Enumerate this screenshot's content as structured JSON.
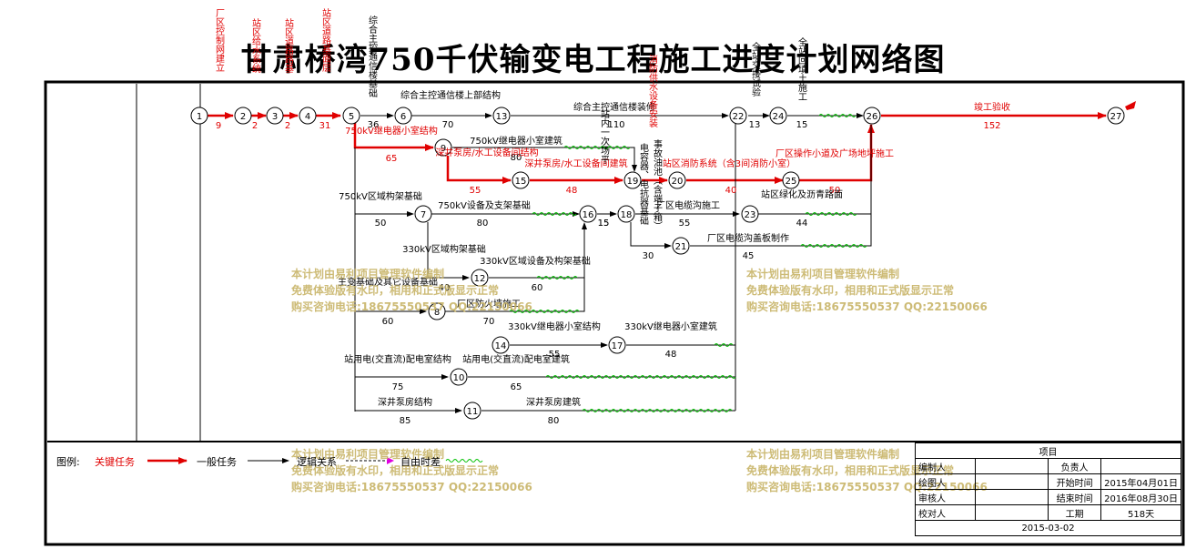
{
  "title": "甘肃桥湾750千伏输变电工程施工进度计划网络图",
  "nodes": [
    "1",
    "2",
    "3",
    "4",
    "5",
    "6",
    "7",
    "8",
    "9",
    "10",
    "11",
    "12",
    "13",
    "14",
    "15",
    "16",
    "17",
    "18",
    "19",
    "20",
    "21",
    "22",
    "23",
    "24",
    "25",
    "26",
    "27"
  ],
  "tasks": {
    "t1_2": "厂区控制网建立",
    "d1_2": "9",
    "t2_3": "站区给水系统",
    "d2_3": "2",
    "t3_4": "站区道路路基",
    "d3_4": "2",
    "t4_5": "站区道路基面层",
    "d4_5": "31",
    "t5_6": "综合主控通信楼基础",
    "d5_6": "36",
    "t6_13": "综合主控通信楼上部结构",
    "d6_13": "70",
    "t13_22": "综合主控通信楼装修",
    "d13_22": "110",
    "t22_24": "全站交接试验",
    "d22_24": "13",
    "t24_26": "全站回填土施工",
    "d24_26": "15",
    "t26_27": "竣工验收",
    "d26_27": "152",
    "t5_9": "750kV继电器小室结构",
    "d5_9": "65",
    "t9_19": "750kV继电器小室建筑",
    "d9_19": "80",
    "t9_15": "深井泵房/水工设备间结构",
    "d9_15": "55",
    "t15_18": "深井泵房/水工设备间建筑",
    "d15_18": "48",
    "t18_19": "站内一次场平",
    "d18_19": "15",
    "t19_20": "消防供水设备安装",
    "d19_20": "",
    "t20_25": "站区消防系统（含3间消防小室）",
    "d20_25": "40",
    "t25_26": "厂区操作小道及广场地坪施工",
    "d25_26": "50",
    "t5_7": "750kV区域构架基础",
    "d5_7": "50",
    "t7_16": "750kV设备及支架基础",
    "d7_16": "80",
    "t16_18": "电容器、电抗器基础",
    "d16_18": "15",
    "t18_23": "厂区电缆沟施工",
    "d18_23": "55",
    "t18_21": "事故油池（含端子箱）",
    "d18_21": "30",
    "t21_26": "厂区电缆沟盖板制作",
    "d21_26": "45",
    "t23_26": "站区绿化及沥青路面",
    "d23_26": "44",
    "t7_12": "330kV区域构架基础",
    "d7_12": "40",
    "t12_16": "330kV区域设备及构架基础",
    "d12_16": "60",
    "t5_8": "主变基础及其它设备基础",
    "d5_8": "60",
    "t8_16": "厂区防火墙施工",
    "d8_16": "70",
    "t14_17": "330kV继电器小室结构",
    "d14_17": "55",
    "t17_26": "330kV继电器小室建筑",
    "d17_26": "48",
    "t5_10": "站用电(交直流)配电室结构",
    "d5_10": "75",
    "t10_26": "站用电(交直流)配电室建筑",
    "d10_26": "65",
    "t5_11": "深井泵房结构",
    "d5_11": "85",
    "t11_26": "深井泵房建筑",
    "d11_26": "80"
  },
  "watermark": {
    "line1": "本计划由易利项目管理软件编制",
    "line2": "免费体验版有水印，相用和正式版显示正常",
    "line3": "购买咨询电话:18675550537 QQ:22150066"
  },
  "legend": {
    "label": "图例:",
    "critical": "关键任务",
    "normal": "一般任务",
    "logic": "逻辑关系",
    "float": "自由时差"
  },
  "info": {
    "project_label": "项目",
    "editor_label": "编制人",
    "drawer_label": "绘图人",
    "reviewer_label": "审核人",
    "checker_label": "校对人",
    "owner_label": "负责人",
    "start_label": "开始时间",
    "start_value": "2015年04月01日",
    "end_label": "结束时间",
    "end_value": "2016年08月30日",
    "duration_label": "工期",
    "duration_value": "518天",
    "print_date": "2015-03-02"
  },
  "colors": {
    "critical": "#e00000",
    "normal": "#000000",
    "float": "#00c000",
    "watermark": "#c8b468"
  }
}
